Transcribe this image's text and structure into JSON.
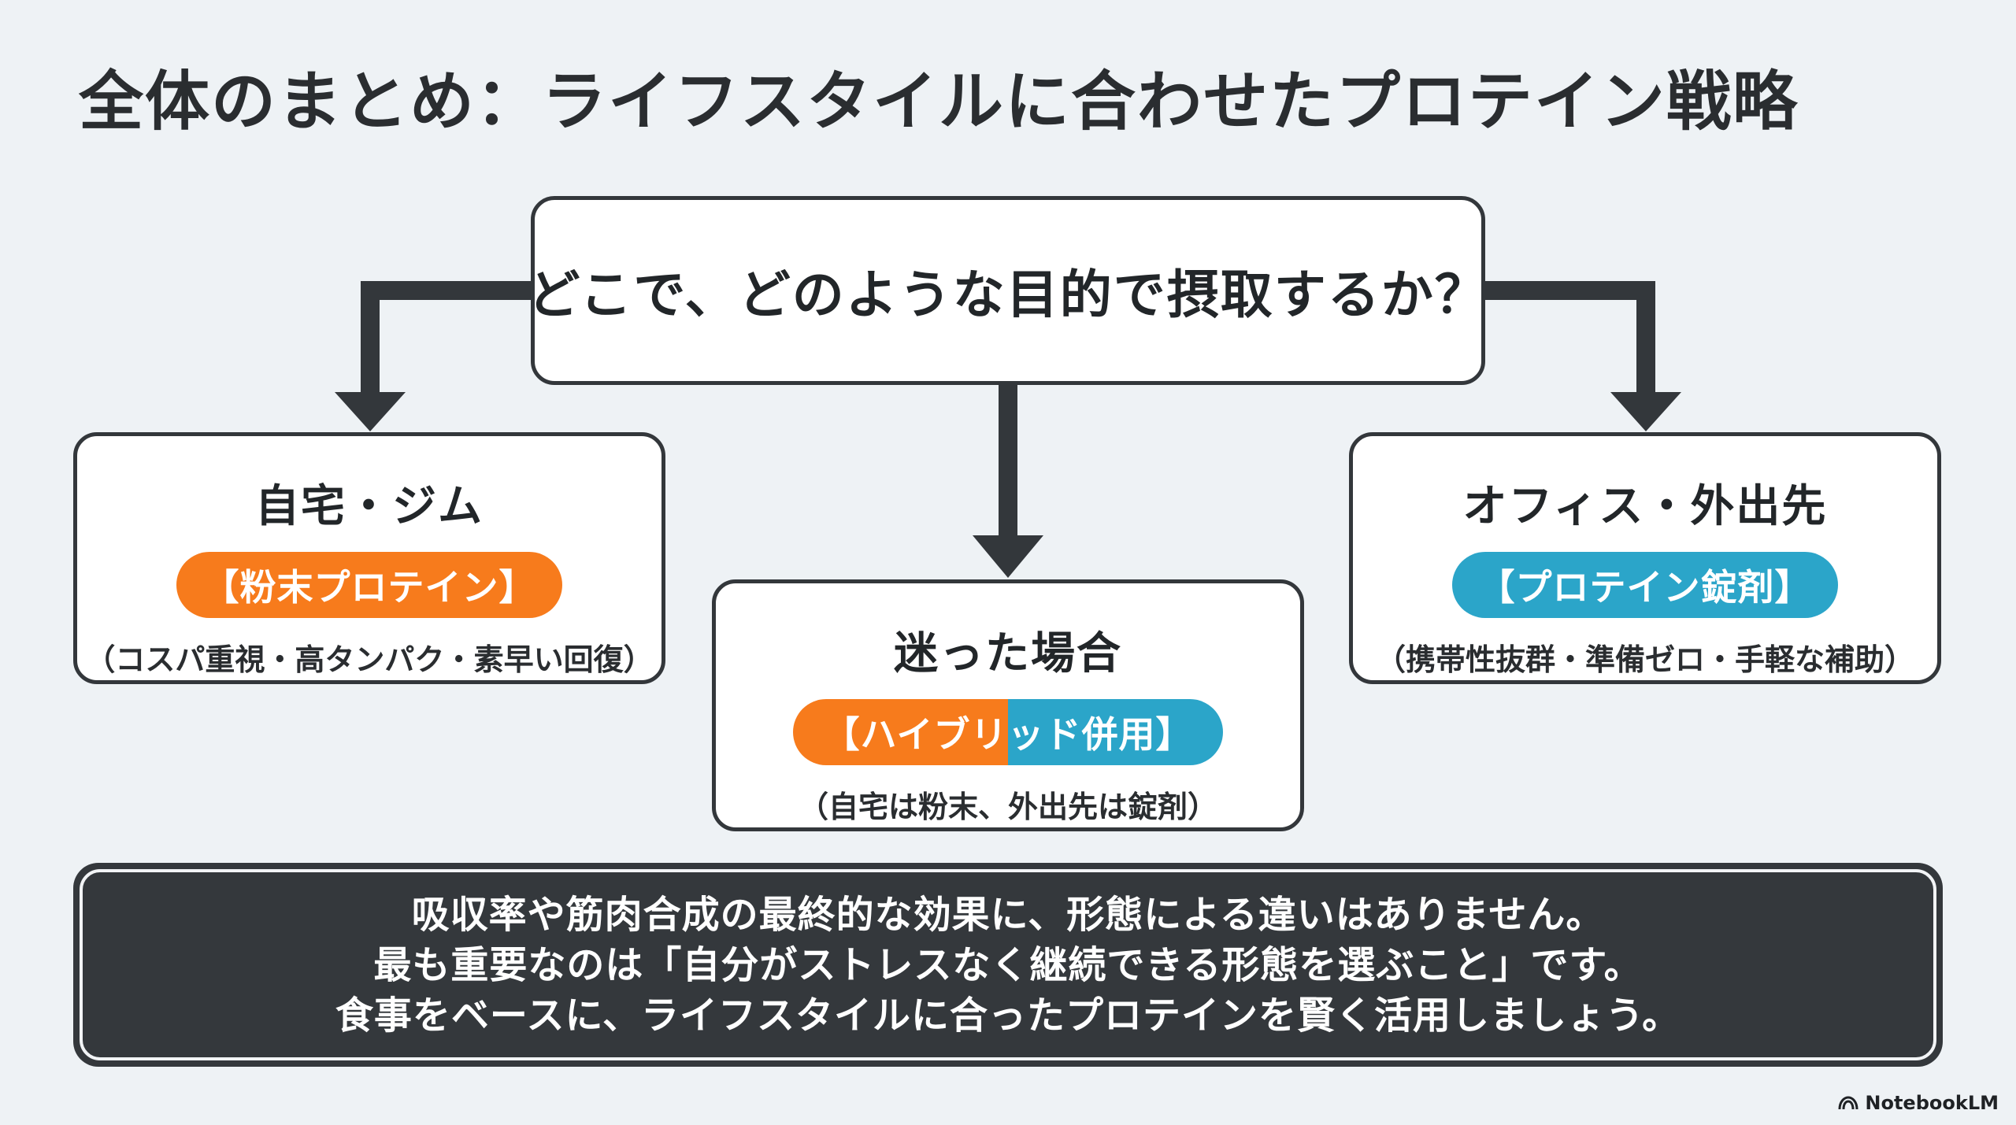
{
  "title": "全体のまとめ：ライフスタイルに合わせたプロテイン戦略",
  "question": "どこで、どのような目的で摂取するか？",
  "options": {
    "home": {
      "title": "自宅・ジム",
      "pill": "【粉末プロテイン】",
      "desc": "（コスパ重視・高タンパク・素早い回復）"
    },
    "office": {
      "title": "オフィス・外出先",
      "pill": "【プロテイン錠剤】",
      "desc": "（携帯性抜群・準備ゼロ・手軽な補助）"
    },
    "mixed": {
      "title": "迷った場合",
      "pill": "【ハイブリッド併用】",
      "desc": "（自宅は粉末、外出先は錠剤）"
    }
  },
  "summary": {
    "lines": [
      "吸収率や筋肉合成の最終的な効果に、形態による違いはありません。",
      "最も重要なのは「自分がストレスなく継続できる形態を選ぶこと」です。",
      "食事をベースに、ライフスタイルに合ったプロテインを賢く活用しましょう。"
    ]
  },
  "footer": {
    "brand": "NotebookLM",
    "icon": "notebooklm-logo-icon"
  },
  "colors": {
    "orange": "#f77b1c",
    "blue": "#2ba5c9",
    "dark": "#34383c",
    "background": "#eef2f5"
  }
}
